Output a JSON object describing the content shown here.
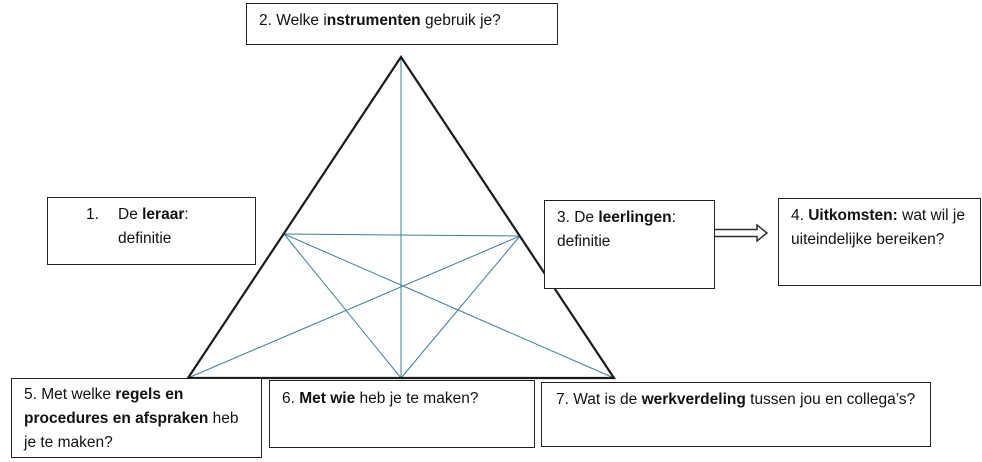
{
  "boxes": {
    "teacher": {
      "number": "1.",
      "pre": "De ",
      "bold": "leraar",
      "post": ":",
      "line2": "definitie"
    },
    "instruments": {
      "pre": "2. Welke i",
      "bold": "nstrumenten",
      "post": " gebruik je?"
    },
    "students": {
      "pre": "3. De ",
      "bold": "leerlingen",
      "post": ":",
      "line2": "definitie"
    },
    "outcomes": {
      "pre": "4. ",
      "bold": "Uitkomsten:",
      "post": " wat wil je uiteindelijke bereiken?"
    },
    "rules": {
      "pre": "5. Met welke ",
      "bold": "regels en procedures en afspraken",
      "post": " heb je te maken?"
    },
    "with_whom": {
      "pre": "6. ",
      "bold": "Met wie",
      "post": " heb je te maken?"
    },
    "division": {
      "pre": "7. Wat is de ",
      "bold": "werkverdeling",
      "post": " tussen jou en collega’s?"
    }
  },
  "colors": {
    "outline": "#1a1a1a",
    "inner_lines": "#3f7f93",
    "arrow": "#2e2e2e"
  },
  "icons": {
    "arrow": "right-arrow-icon"
  }
}
